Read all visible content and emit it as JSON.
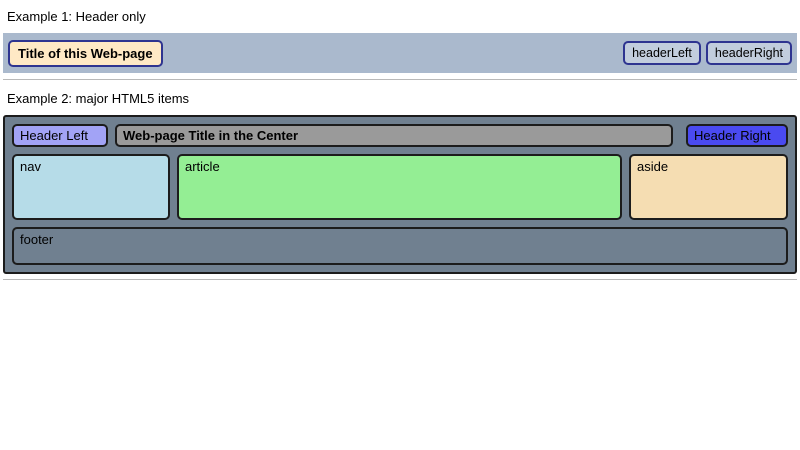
{
  "page": {
    "example1_heading": "Example 1: Header only",
    "example2_heading": "Example 2: major HTML5 items"
  },
  "example1": {
    "title": "Title of this Web-page",
    "header_left": "headerLeft",
    "header_right": "headerRight"
  },
  "example2": {
    "header_left": "Header Left",
    "title": "Web-page Title in the Center",
    "header_right": "Header Right",
    "nav": "nav",
    "article": "article",
    "aside": "aside",
    "footer": "footer"
  },
  "colors": {
    "example1_header_bg": "#aab9cd",
    "example1_title_bg": "#ffe9c5",
    "example1_box_bg": "#c2cddd",
    "example1_box_border": "#2e3490",
    "example2_container_bg": "#708090",
    "example2_box_border": "#1c1c1c",
    "header_left_bg": "#a2a3f6",
    "title_bar_bg": "#9a9a9a",
    "header_right_bg": "#4a4af0",
    "nav_bg": "#b6dce8",
    "article_bg": "#94ee94",
    "aside_bg": "#f5ddb2",
    "footer_bg": "#708090"
  }
}
